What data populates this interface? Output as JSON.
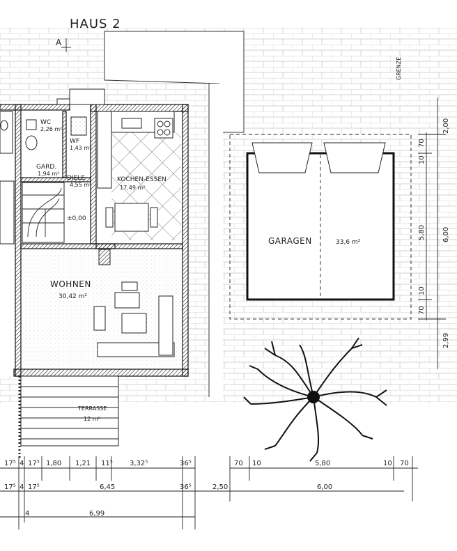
{
  "title": "HAUS 2",
  "boundary_label": "GRENZE",
  "section_mark": "A",
  "rooms": {
    "wc": {
      "name": "WC",
      "area": "2,26 m²"
    },
    "wf": {
      "name": "WF",
      "area": "1,43 m²"
    },
    "gard": {
      "name": "GARD.",
      "area": "1,94 m²"
    },
    "diele": {
      "name": "DIELE",
      "area": "4,55 m²"
    },
    "kochen": {
      "name": "KOCHEN-ESSEN",
      "area": "17,49 m²"
    },
    "wohnen": {
      "name": "WOHNEN",
      "area": "30,42 m²"
    },
    "terrasse": {
      "name": "TERRASSE",
      "area": "12 m²"
    },
    "garagen": {
      "name": "GARAGEN",
      "area": "33,6 m²"
    }
  },
  "level_mark": "±0,00",
  "dims": {
    "row1": [
      "17⁵",
      "4",
      "17⁵",
      "1,80",
      "1,21",
      "11⁵",
      "3,32⁵",
      "36⁵"
    ],
    "row2": [
      "17⁵",
      "4",
      "17⁵",
      "6,45",
      "36⁵",
      "2,50",
      "6,00"
    ],
    "row3": [
      "4",
      "6,99"
    ],
    "garage_row": [
      "70",
      "10",
      "5,80",
      "10",
      "70"
    ],
    "vertical_inner": [
      "70",
      "10",
      "5,80",
      "10",
      "70"
    ],
    "vertical_outer": [
      "2,00",
      "6,00",
      "2,99"
    ]
  },
  "colors": {
    "ink": "#222222",
    "grid": "#bdbdbd",
    "paper": "#ffffff"
  }
}
